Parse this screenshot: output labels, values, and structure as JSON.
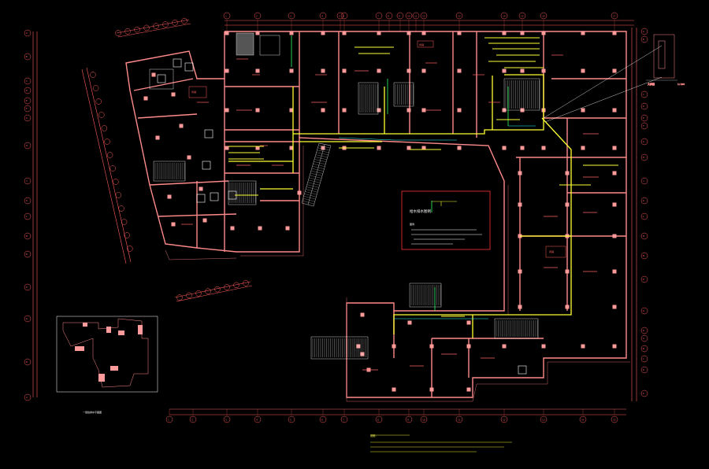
{
  "colors": {
    "background": "#000000",
    "wall": "#ff8a8a",
    "column": "#ff9a9a",
    "dim": "#ff5c5c",
    "pipe": "#ffff33",
    "cyan": "#33ffff",
    "white": "#ffffff",
    "green": "#33ff66",
    "legend_border": "#ff3030"
  },
  "grid_bubbles_top": [
    "1",
    "2",
    "3",
    "4",
    "5",
    "6",
    "7",
    "8",
    "9",
    "10",
    "11",
    "12",
    "13",
    "14",
    "15",
    "16",
    "17"
  ],
  "grid_bubbles_left": [
    "A",
    "B",
    "C",
    "D",
    "E",
    "F",
    "G",
    "H",
    "J",
    "K",
    "L",
    "M",
    "N",
    "P",
    "Q",
    "R"
  ],
  "labels": {
    "plan_title": "一层给排水平面图",
    "notes_title": "说明：",
    "legend_title": "图例",
    "legend_box_caption": "给水排水图例",
    "room_tag_1": "商铺",
    "room_tag_2": "商铺",
    "room_tag_3": "商铺",
    "detail_caption": "大样图",
    "scale": "1:100"
  }
}
